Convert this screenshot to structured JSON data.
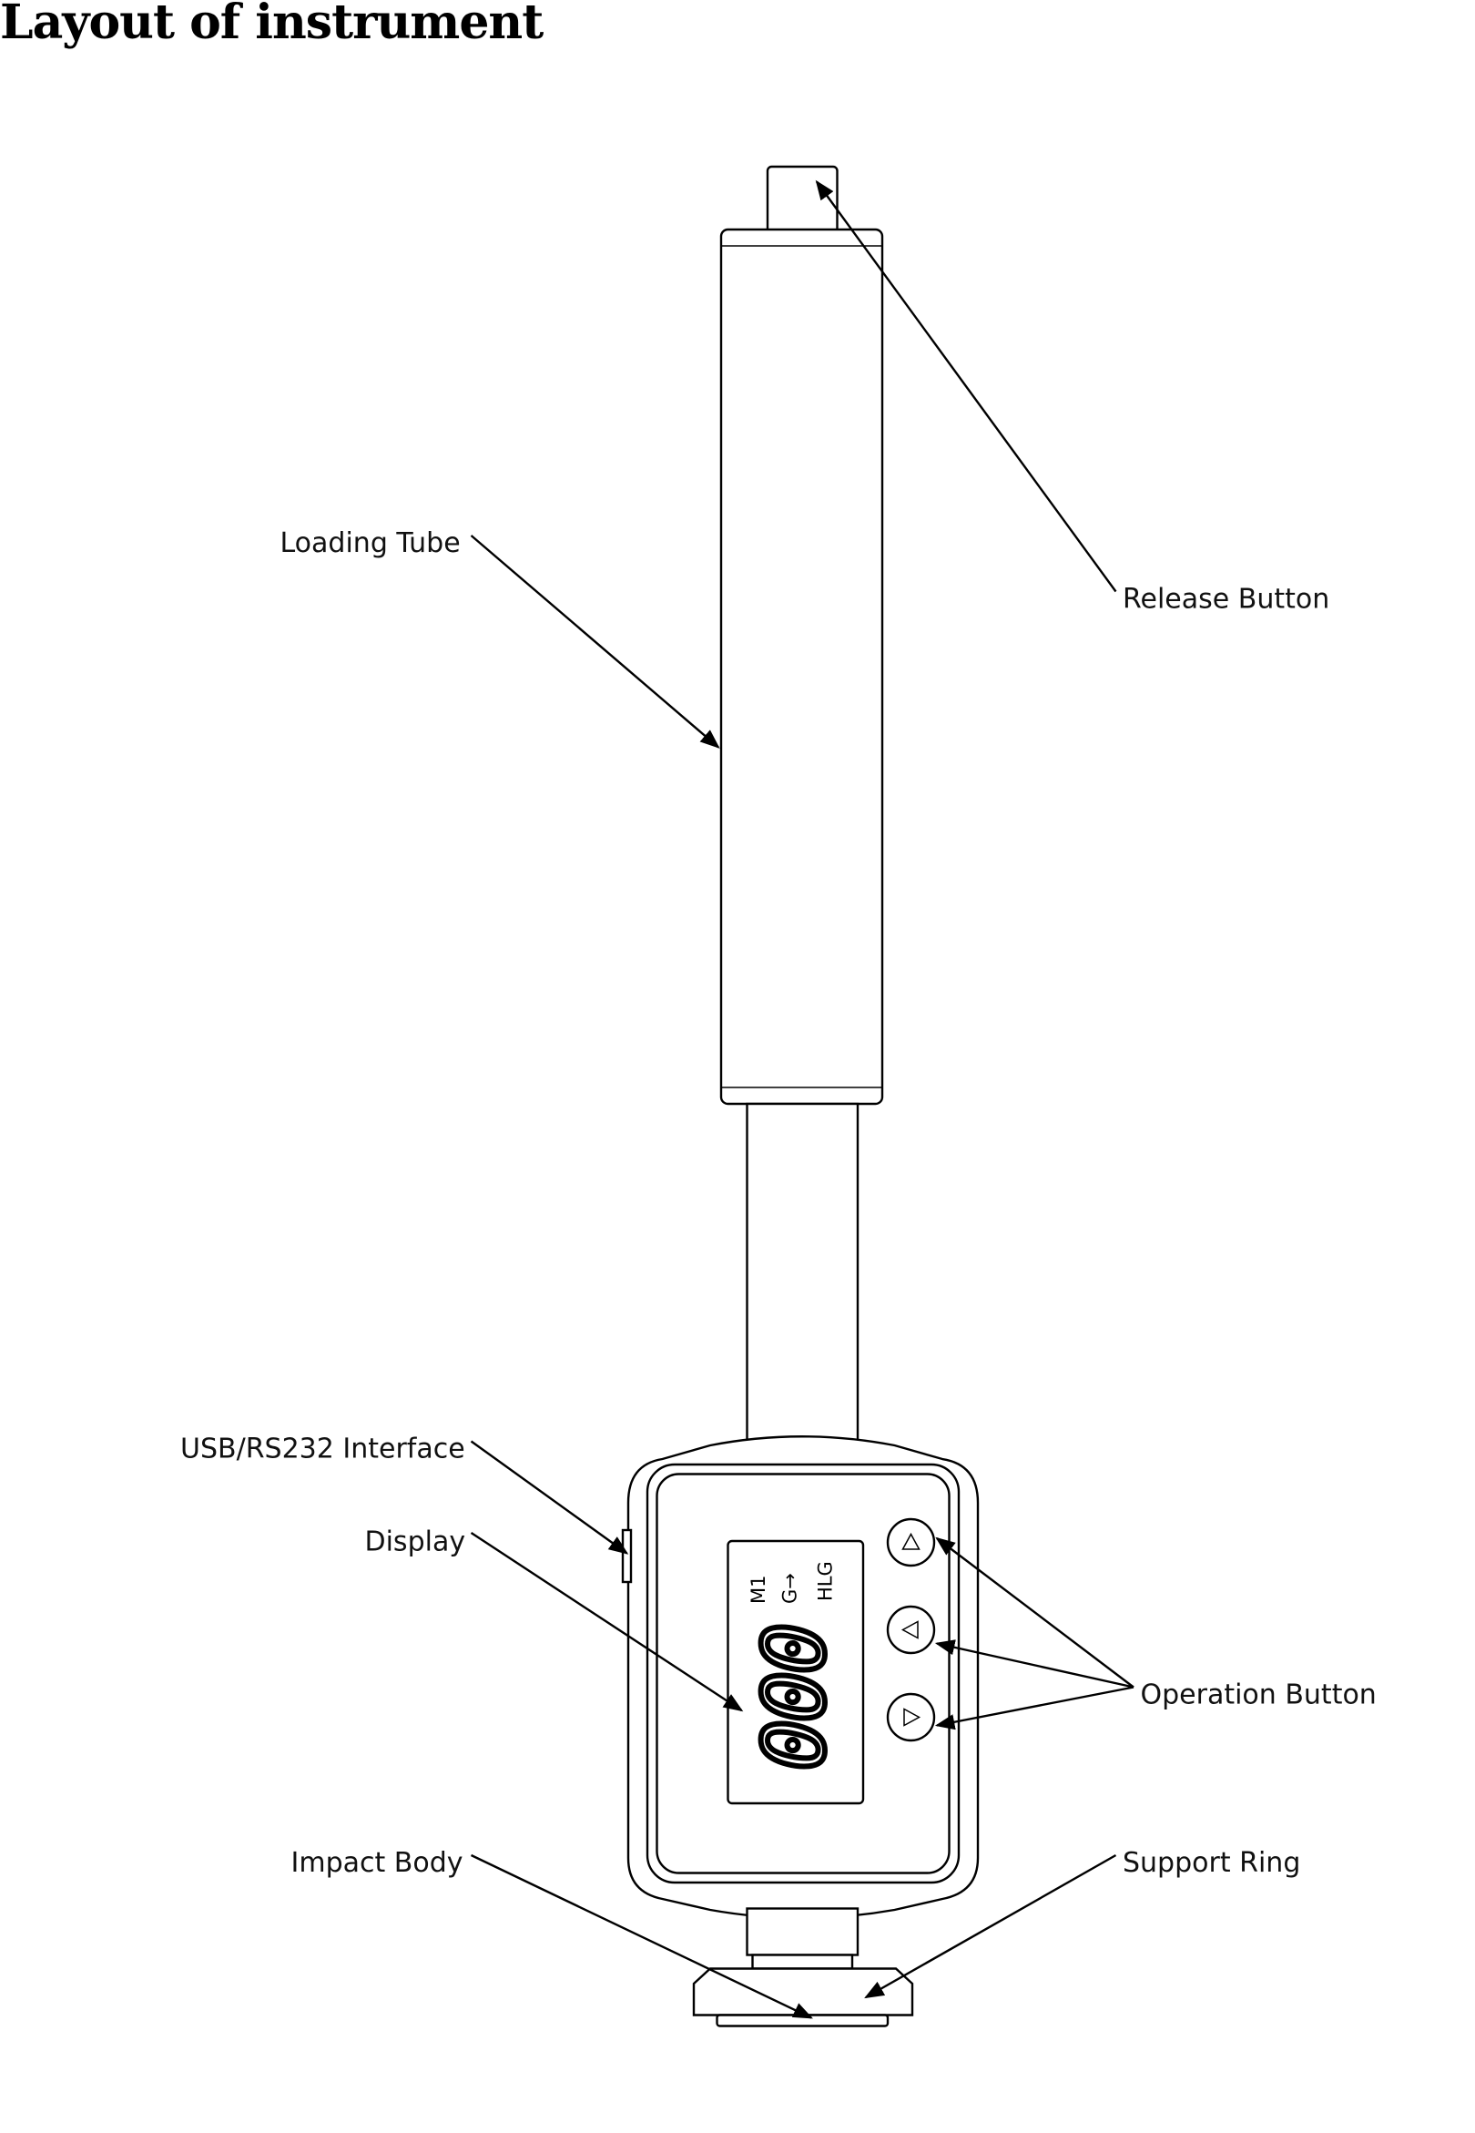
{
  "title": "Layout of instrument",
  "labels": {
    "loading_tube": "Loading Tube",
    "release_button": "Release Button",
    "usb_interface": "USB/RS232 Interface",
    "display": "Display",
    "operation_button": "Operation Button",
    "impact_body": "Impact Body",
    "support_ring": "Support Ring"
  },
  "lcd": {
    "reading": "000",
    "memory": "M1",
    "direction": "G→",
    "scale": "HLG"
  },
  "buttons": [
    "up-icon",
    "left-icon",
    "right-icon"
  ]
}
